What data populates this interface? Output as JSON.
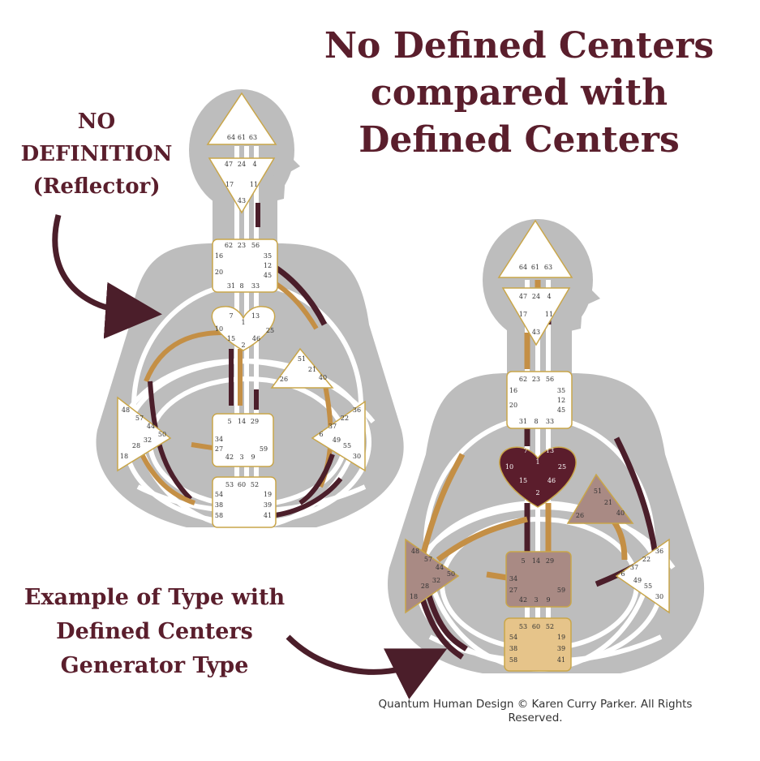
{
  "title": {
    "line1": "No Defined Centers",
    "line2": "compared with",
    "line3": "Defined Centers"
  },
  "reflector_label": {
    "line1": "NO",
    "line2": "DEFINITION",
    "line3": "(Reflector)"
  },
  "generator_label": {
    "line1": "Example of Type with",
    "line2": "Defined Centers",
    "line3": "Generator Type"
  },
  "copyright": "Quantum Human Design © Karen Curry Parker. All Rights Reserved.",
  "colors": {
    "brand": "#5a1e2c",
    "body_silhouette": "#bdbdbd",
    "channel_ochre": "#c48f45",
    "channel_maroon": "#4b1e2a",
    "defined_g_center": "#5b1d2c",
    "defined_sacral": "#a98a84",
    "defined_root": "#e6c48a",
    "defined_spleen": "#a98a84"
  },
  "charts": {
    "reflector": {
      "head_gates": [
        "64",
        "61",
        "63"
      ],
      "ajna_gates": [
        "47",
        "24",
        "4",
        "17",
        "11",
        "43"
      ],
      "throat_gates": [
        "62",
        "23",
        "56",
        "16",
        "35",
        "20",
        "12",
        "45",
        "31",
        "8",
        "33"
      ],
      "g_gates": [
        "7",
        "1",
        "13",
        "10",
        "15",
        "2",
        "46",
        "25"
      ],
      "ego_gates": [
        "51",
        "21",
        "26",
        "40"
      ],
      "sacral_gates": [
        "5",
        "14",
        "29",
        "34",
        "27",
        "42",
        "3",
        "9",
        "59"
      ],
      "spleen_gates": [
        "48",
        "57",
        "44",
        "50",
        "32",
        "28",
        "18"
      ],
      "solar_gates": [
        "36",
        "22",
        "37",
        "6",
        "49",
        "55",
        "30"
      ],
      "root_gates": [
        "53",
        "60",
        "52",
        "54",
        "19",
        "38",
        "39",
        "58",
        "41"
      ]
    },
    "generator": {
      "head_gates": [
        "64",
        "61",
        "63"
      ],
      "ajna_gates": [
        "47",
        "24",
        "4",
        "17",
        "11",
        "43"
      ],
      "throat_gates": [
        "62",
        "23",
        "56",
        "16",
        "35",
        "20",
        "12",
        "45",
        "31",
        "8",
        "33"
      ],
      "g_gates": [
        "7",
        "1",
        "13",
        "10",
        "25",
        "15",
        "46",
        "2"
      ],
      "ego_gates": [
        "51",
        "21",
        "26",
        "40"
      ],
      "sacral_gates": [
        "5",
        "14",
        "29",
        "34",
        "59",
        "27",
        "42",
        "3",
        "9"
      ],
      "spleen_gates": [
        "48",
        "57",
        "44",
        "50",
        "32",
        "28",
        "18"
      ],
      "solar_gates": [
        "36",
        "22",
        "37",
        "6",
        "49",
        "55",
        "30"
      ],
      "root_gates": [
        "53",
        "60",
        "52",
        "54",
        "19",
        "38",
        "39",
        "58",
        "41"
      ]
    }
  }
}
